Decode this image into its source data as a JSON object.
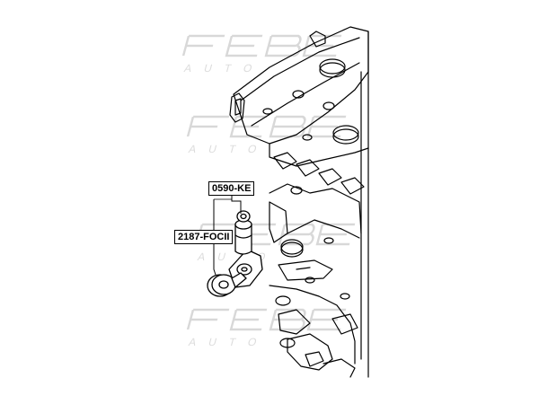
{
  "callouts": [
    {
      "part_number": "0590-KE"
    },
    {
      "part_number": "2187-FOCII"
    }
  ],
  "watermark": {
    "brand": "FEBEST",
    "sub": "AUTO",
    "color": "#d9d9d9"
  },
  "colors": {
    "line": "#000000",
    "background": "#ffffff"
  }
}
